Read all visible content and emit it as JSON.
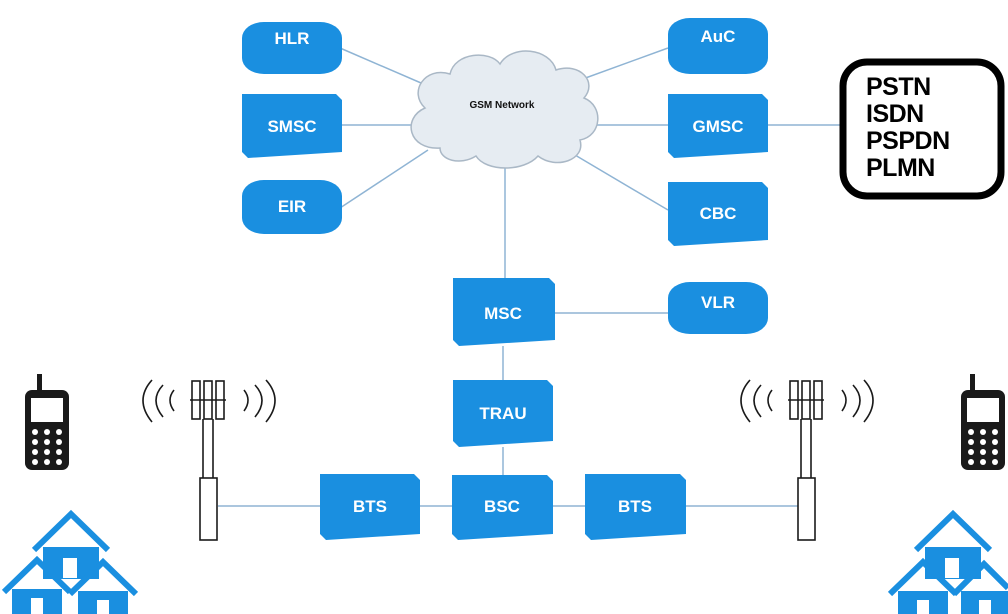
{
  "colors": {
    "node_fill": "#1a8fe0",
    "link": "#8fb4d4",
    "cloud_fill": "#e6ecf2",
    "cloud_stroke": "#aab8c6",
    "icon_dark": "#1a1a1a",
    "house": "#1a8fe0"
  },
  "network": {
    "label": "GSM Network"
  },
  "nodes": {
    "hlr": "HLR",
    "smsc": "SMSC",
    "eir": "EIR",
    "auc": "AuC",
    "gmsc": "GMSC",
    "cbc": "CBC",
    "msc": "MSC",
    "vlr": "VLR",
    "trau": "TRAU",
    "bsc": "BSC",
    "bts_left": "BTS",
    "bts_right": "BTS"
  },
  "external_networks": [
    "PSTN",
    "ISDN",
    "PSPDN",
    "PLMN"
  ],
  "icons": {
    "phones": "mobile-phone-icon",
    "towers": "cell-tower-icon",
    "houses": "house-icon"
  }
}
